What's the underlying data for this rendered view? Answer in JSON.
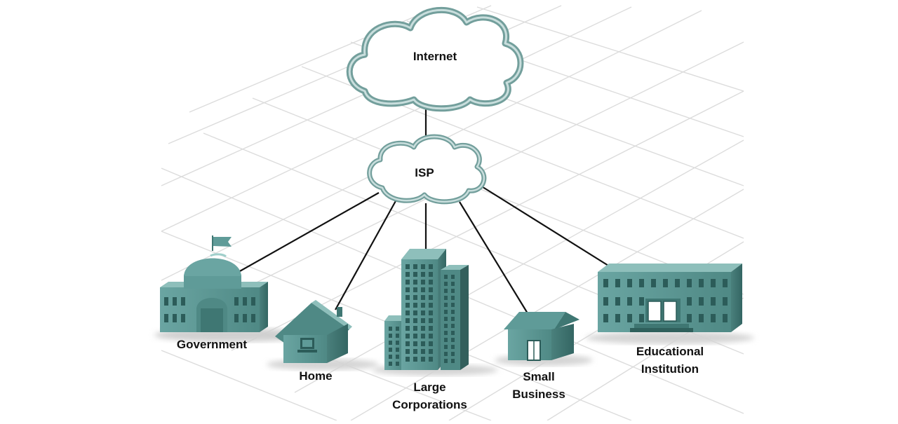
{
  "nodes": {
    "internet": {
      "label": "Internet"
    },
    "isp": {
      "label": "ISP"
    },
    "government": {
      "label": "Government"
    },
    "home": {
      "label": "Home"
    },
    "large_corporations": {
      "label_line1": "Large",
      "label_line2": "Corporations"
    },
    "small_business": {
      "label_line1": "Small",
      "label_line2": "Business"
    },
    "educational_institution": {
      "label_line1": "Educational",
      "label_line2": "Institution"
    }
  },
  "colors": {
    "building_front": "#5f9b98",
    "building_side": "#3f7773",
    "building_top": "#8ebfbb",
    "window": "#2c5c59",
    "cloud_stroke": "#6f9f9c",
    "cloud_fill": "#ffffff",
    "link": "#111111",
    "grid": "#d9d9d9"
  }
}
